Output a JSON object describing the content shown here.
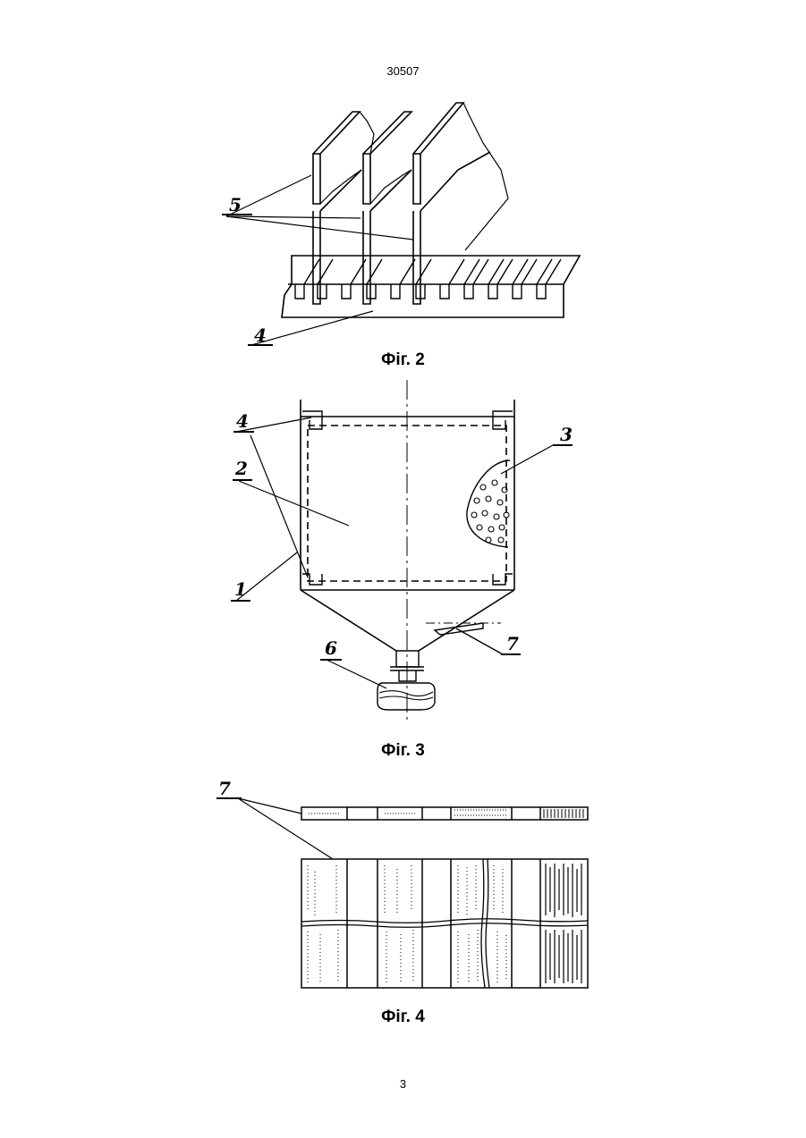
{
  "page": {
    "doc_number": "30507",
    "page_number": "3"
  },
  "figures": [
    {
      "id": "fig2",
      "caption": "Фіг. 2",
      "labels": [
        "5",
        "4"
      ]
    },
    {
      "id": "fig3",
      "caption": "Фіг. 3",
      "labels": [
        "4",
        "2",
        "1",
        "3",
        "6",
        "7"
      ]
    },
    {
      "id": "fig4",
      "caption": "Фіг. 4",
      "labels": [
        "7"
      ]
    }
  ]
}
